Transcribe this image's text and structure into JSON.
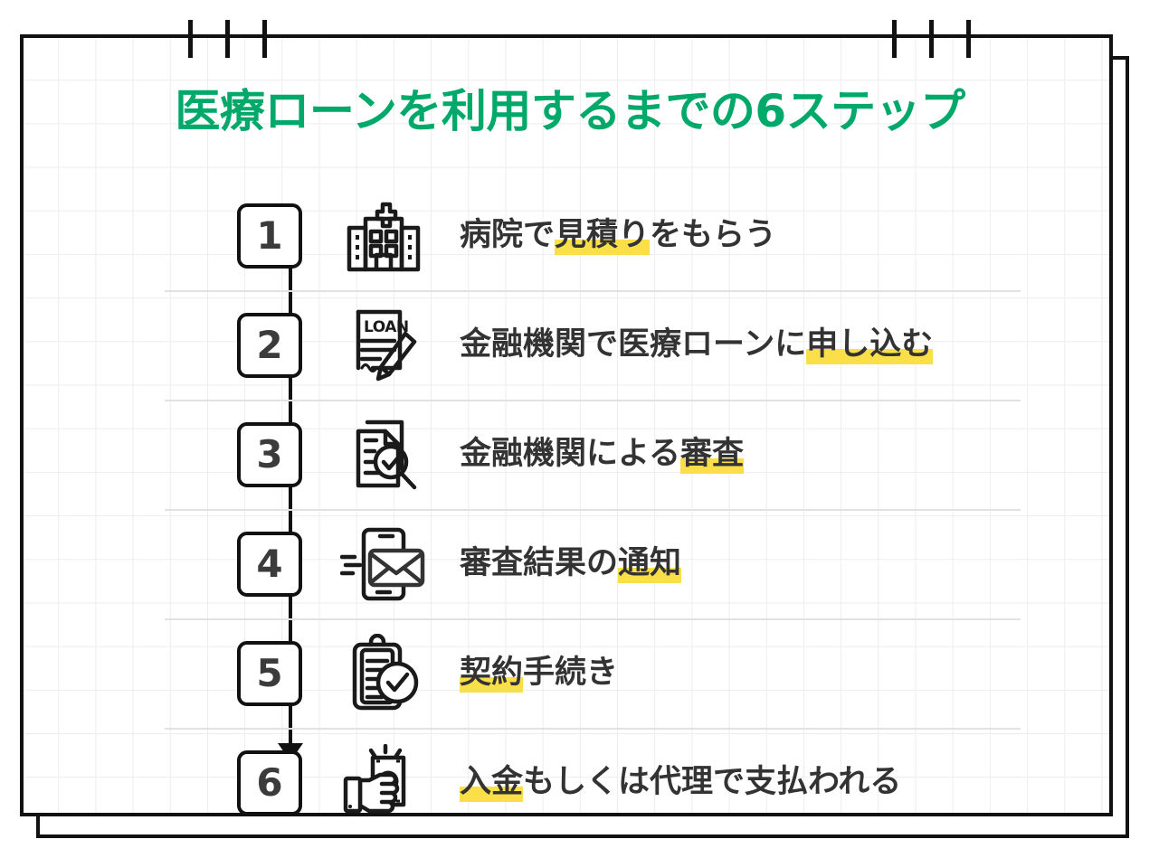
{
  "title": "医療ローンを利用するまでの6ステップ",
  "colors": {
    "title_green": "#00A96A",
    "highlight_yellow": "#fbdf48",
    "ink_black": "#111111",
    "text_gray": "#333333",
    "grid_line": "#ededed",
    "separator": "#e2e2e2"
  },
  "frame": {
    "tick_marks_left": 3,
    "tick_marks_right": 3
  },
  "steps": [
    {
      "number": "1",
      "icon": "hospital-icon",
      "label_before": "病院で",
      "label_highlight": "見積り",
      "label_after": "をもらう",
      "full_label": "病院で見積りをもらう"
    },
    {
      "number": "2",
      "icon": "loan-document-pen-icon",
      "label_before": "金融機関で医療ローンに",
      "label_highlight": "申し込む",
      "label_after": "",
      "full_label": "金融機関で医療ローンに申し込む"
    },
    {
      "number": "3",
      "icon": "document-magnifier-check-icon",
      "label_before": "金融機関による",
      "label_highlight": "審査",
      "label_after": "",
      "full_label": "金融機関による審査"
    },
    {
      "number": "4",
      "icon": "phone-envelope-icon",
      "label_before": "審査結果の",
      "label_highlight": "通知",
      "label_after": "",
      "full_label": "審査結果の通知"
    },
    {
      "number": "5",
      "icon": "clipboard-check-icon",
      "label_before": "",
      "label_highlight": "契約",
      "label_after": "手続き",
      "full_label": "契約手続き"
    },
    {
      "number": "6",
      "icon": "hand-money-icon",
      "label_before": "",
      "label_highlight": "入金",
      "label_after": "もしくは代理で支払われる",
      "full_label": "入金もしくは代理で支払われる"
    }
  ]
}
